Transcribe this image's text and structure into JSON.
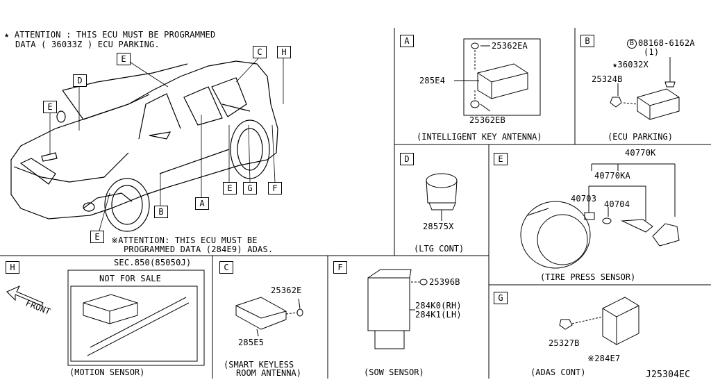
{
  "notes": {
    "attention1_l1": "★ ATTENTION : THIS ECU MUST BE PROGRAMMED",
    "attention1_l2": "DATA ( 36033Z ) ECU PARKING.",
    "attention2_l1": "※ATTENTION: THIS ECU MUST BE",
    "attention2_l2": "PROGRAMMED DATA (284E9) ADAS."
  },
  "vehicle_callouts": [
    "E",
    "D",
    "E",
    "C",
    "H",
    "B",
    "A",
    "E",
    "G",
    "F",
    "E"
  ],
  "panels": {
    "A": {
      "letter": "A",
      "parts": [
        "25362EA",
        "285E4",
        "25362EB"
      ],
      "caption": "(INTELLIGENT KEY ANTENNA)"
    },
    "B": {
      "letter": "B",
      "parts": [
        "08168-6162A",
        "(1)",
        "★36032X",
        "25324B"
      ],
      "bolt_symbol": "B",
      "caption": "(ECU PARKING)"
    },
    "D": {
      "letter": "D",
      "parts": [
        "28575X"
      ],
      "caption": "(LTG CONT)"
    },
    "E": {
      "letter": "E",
      "parts": [
        "40770K",
        "40770KA",
        "40703",
        "40704"
      ],
      "caption": "(TIRE PRESS SENSOR)"
    },
    "H": {
      "letter": "H",
      "ref": "SEC.850(85050J)",
      "not_for_sale": "NOT FOR SALE",
      "front": "FRONT",
      "caption": "(MOTION SENSOR)"
    },
    "C": {
      "letter": "C",
      "parts": [
        "25362E",
        "285E5"
      ],
      "caption_l1": "(SMART KEYLESS",
      "caption_l2": "ROOM ANTENNA)"
    },
    "F": {
      "letter": "F",
      "parts": [
        "25396B",
        "284K0(RH)",
        "284K1(LH)"
      ],
      "caption": "(SOW SENSOR)"
    },
    "G": {
      "letter": "G",
      "parts": [
        "25327B",
        "※284E7"
      ],
      "caption": "(ADAS CONT)"
    }
  },
  "diagram_id": "J25304EC"
}
